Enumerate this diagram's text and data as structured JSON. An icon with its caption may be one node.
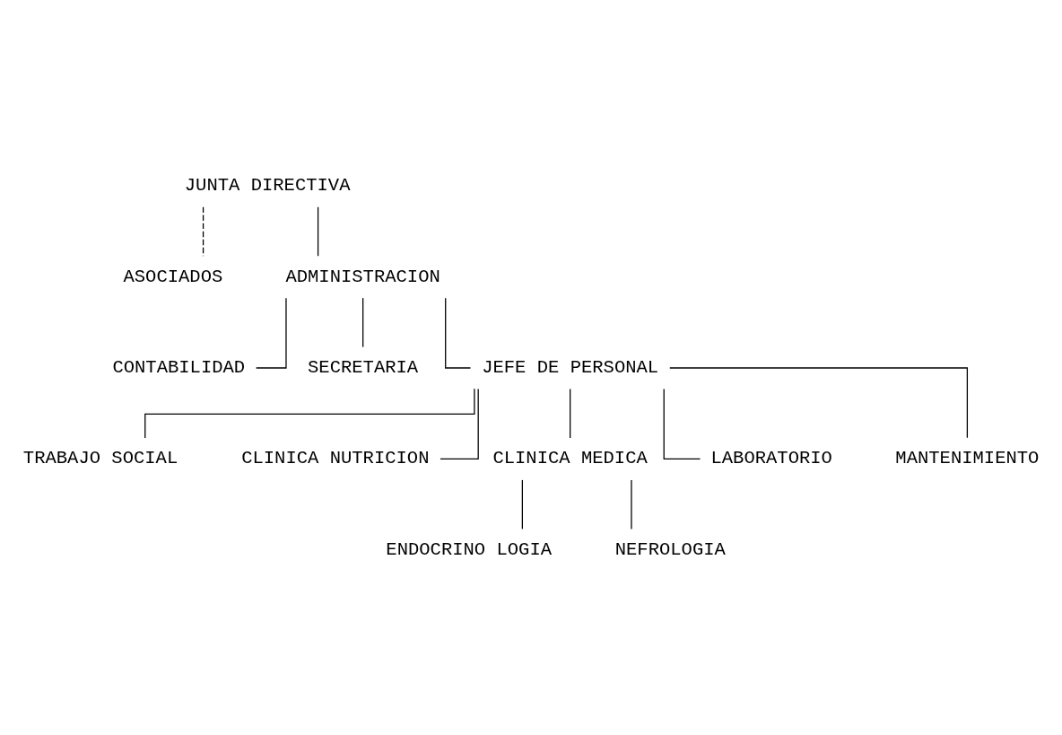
{
  "diagram": {
    "nodes": [
      {
        "text": [
          "JUNTA DIRECTIVA"
        ]
      },
      {
        "text": [
          "ASOCIADOS"
        ]
      },
      {
        "text": [
          "ADMINISTRACION"
        ]
      },
      {
        "text": [
          "CONTABILIDAD"
        ]
      },
      {
        "text": [
          "SECRETARIA"
        ]
      },
      {
        "text": [
          "JEFE DE PERSONAL"
        ]
      },
      {
        "text": [
          "TRABAJO SOCIAL"
        ]
      },
      {
        "text": [
          "CLINICA NUTRICION"
        ]
      },
      {
        "text": [
          "CLINICA MEDICA"
        ]
      },
      {
        "text": [
          "LABORATORIO"
        ]
      },
      {
        "text": [
          "MANTENIMIENTO"
        ]
      },
      {
        "text": [
          "ENDOCRINO LOGIA"
        ]
      },
      {
        "text": [
          "NEFROLOGIA"
        ]
      }
    ],
    "edges": [
      {
        "from": 0,
        "to": 2,
        "arrow": "none"
      },
      {
        "from": 0,
        "to": 1,
        "arrow": "none",
        "style": "dashed"
      },
      {
        "from": 2,
        "to": 3,
        "arrow": "none"
      },
      {
        "from": 2,
        "to": 5,
        "arrow": "none"
      },
      {
        "from": 2,
        "to": 4,
        "arrow": "none"
      },
      {
        "from": 5,
        "to": 6,
        "arrow": "none"
      },
      {
        "from": 5,
        "to": 7,
        "arrow": "none"
      },
      {
        "from": 5,
        "to": 8,
        "arrow": "none"
      },
      {
        "from": 5,
        "to": 9,
        "arrow": "none"
      },
      {
        "from": 5,
        "to": 10,
        "arrow": "none"
      },
      {
        "from": 8,
        "to": 11,
        "arrow": "none"
      },
      {
        "from": 8,
        "to": 12,
        "arrow": "none"
      }
    ]
  }
}
